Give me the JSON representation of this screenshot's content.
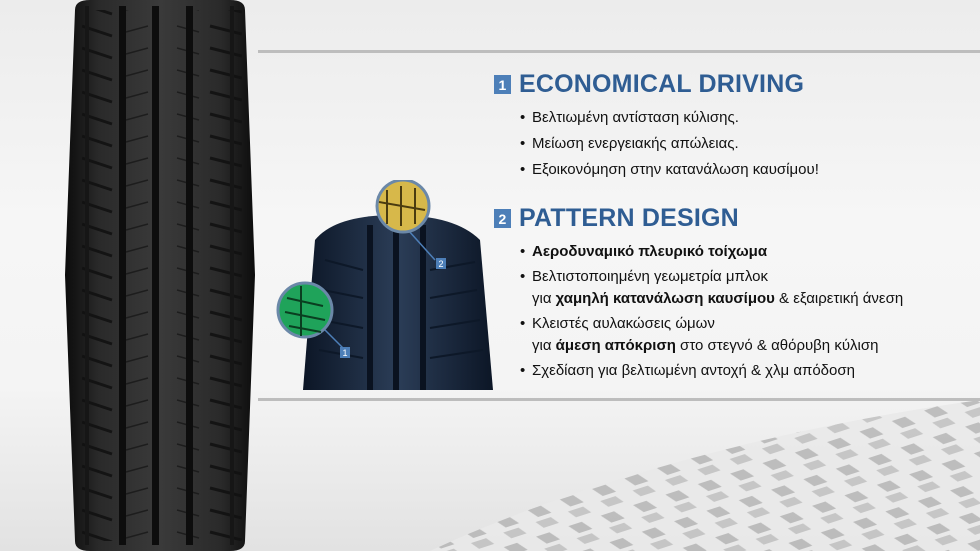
{
  "section1": {
    "number": "1",
    "title": "ECONOMICAL DRIVING",
    "bullets": [
      "Βελτιωμένη αντίσταση κύλισης.",
      "Μείωση ενεργειακής απώλειας.",
      "Εξοικονόμηση στην κατανάλωση καυσίμου!"
    ]
  },
  "section2": {
    "number": "2",
    "title": "PATTERN DESIGN",
    "bullets": [
      {
        "text": "Αεροδυναμικό πλευρικό τοίχωμα"
      },
      {
        "line1": "Βελτιστοποιημένη γεωμετρία μπλοκ",
        "pre": "για ",
        "bold": "χαμηλή κατανάλωση καυσίμου",
        "post": " & εξαιρετική άνεση"
      },
      {
        "line1": "Κλειστές αυλακώσεις ώμων",
        "pre": "για ",
        "bold": "άμεση απόκριση",
        "post": " στο στεγνό & αθόρυβη κύλιση"
      },
      {
        "text": "Σχεδίαση για βελτιωμένη αντοχή & χλμ απόδοση"
      }
    ]
  },
  "callouts": {
    "label1": "1",
    "label2": "2"
  },
  "colors": {
    "accent": "#2f5d93",
    "badge": "#4d7fb8",
    "green_zone": "#1fa35a",
    "yellow_zone": "#d7b84a"
  },
  "icons": [
    "tire-main-image",
    "tire-small-image",
    "tread-track-image"
  ]
}
